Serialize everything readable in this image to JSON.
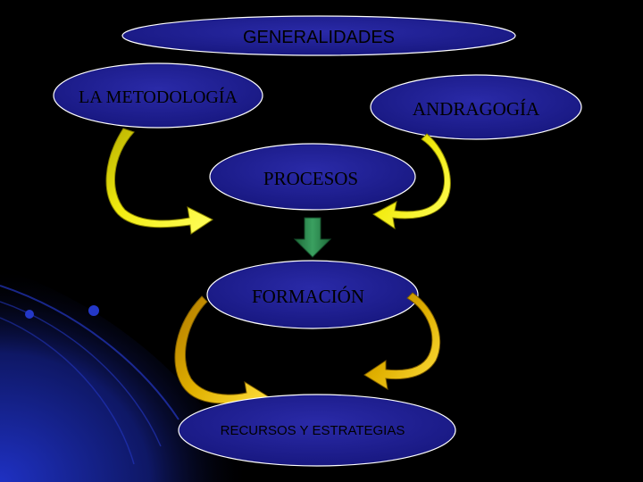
{
  "slide": {
    "title": "GENERALIDADES",
    "nodes": {
      "metodologia": "LA METODOLOGÍA",
      "andragogia": "ANDRAGOGÍA",
      "procesos": "PROCESOS",
      "formacion": "FORMACIÓN",
      "recursos": "RECURSOS Y ESTRATEGIAS"
    }
  },
  "colors": {
    "background": "#000000",
    "node_fill": "#1c1c8c",
    "node_stroke": "#ffffff",
    "arrow_yellow": "#e8e000",
    "arrow_gold": "#d4a000",
    "arrow_green": "#2e8a4e",
    "decor_blue": "#1a2fb0"
  }
}
